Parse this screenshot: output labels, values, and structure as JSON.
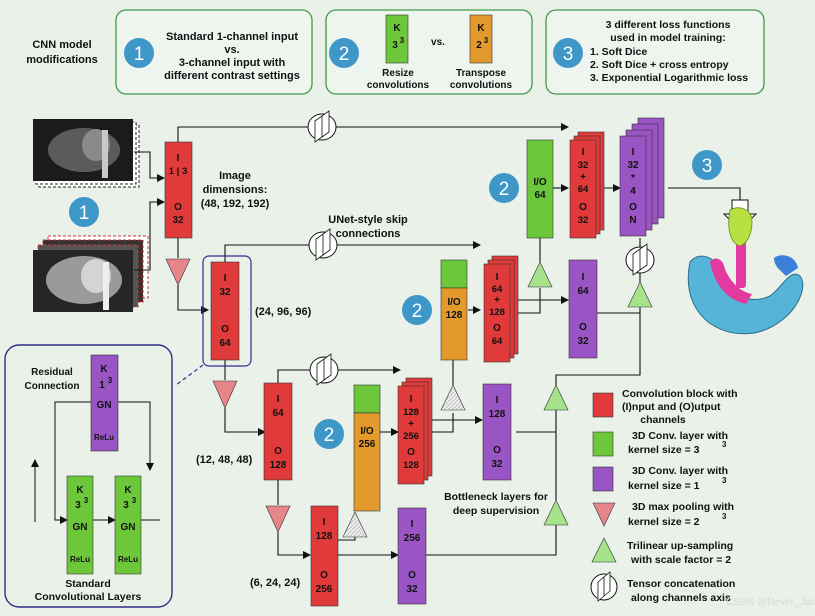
{
  "modifications": {
    "title_line1": "CNN model",
    "title_line2": "modifications",
    "box1": {
      "badge": "1",
      "line1": "Standard 1-channel input",
      "line2": "vs.",
      "line3": "3-channel input with",
      "line4": "different contrast settings"
    },
    "box2": {
      "badge": "2",
      "vs": "vs.",
      "resize": {
        "k": "K",
        "size": "3",
        "exp": "3",
        "line1": "Resize",
        "line2": "convolutions"
      },
      "transpose": {
        "k": "K",
        "size": "2",
        "exp": "3",
        "line1": "Transpose",
        "line2": "convolutions"
      }
    },
    "box3": {
      "badge": "3",
      "line1": "3 different loss functions",
      "line2": "used in model training:",
      "item1": "1. Soft Dice",
      "item2": "2. Soft Dice + cross entropy",
      "item3": "3. Exponential Logarithmic loss"
    }
  },
  "badges": {
    "input_badge": "1",
    "loss_badge": "3",
    "conv_badge": "2"
  },
  "labels": {
    "img_dims_1": "Image",
    "img_dims_2": "dimensions:",
    "img_dims_3": "(48, 192, 192)",
    "dim2": "(24, 96, 96)",
    "dim3": "(12, 48, 48)",
    "dim4": "(6, 24, 24)",
    "skip_1": "UNet-style skip",
    "skip_2": "connections",
    "bottleneck_1": "Bottleneck layers for",
    "bottleneck_2": "deep supervision",
    "residual_1": "Residual",
    "residual_2": "Connection",
    "standard_1": "Standard",
    "standard_2": "Convolutional Layers",
    "watermark": "CSDN @Never_Jiao"
  },
  "blocks": {
    "enc1": {
      "i": "I",
      "i_val": "1 | 3",
      "o": "O",
      "o_val": "32"
    },
    "enc2": {
      "i": "I",
      "i_val": "32",
      "o": "O",
      "o_val": "64"
    },
    "enc3": {
      "i": "I",
      "i_val": "64",
      "o": "O",
      "o_val": "128"
    },
    "enc4": {
      "i": "I",
      "i_val": "128",
      "o": "O",
      "o_val": "256"
    },
    "bott": {
      "i": "I",
      "i_val": "256",
      "o": "O",
      "o_val": "32"
    },
    "dec3": {
      "i": "I",
      "i_val1": "128",
      "plus": "+",
      "i_val2": "256",
      "o": "O",
      "o_val": "128"
    },
    "dec2": {
      "i": "I",
      "i_val1": "64",
      "plus": "+",
      "i_val2": "128",
      "o": "O",
      "o_val": "64"
    },
    "dec1": {
      "i": "I",
      "i_val1": "32",
      "plus": "+",
      "i_val2": "64",
      "o": "O",
      "o_val": "32"
    },
    "sup3": {
      "i": "I",
      "i_val": "128",
      "o": "O",
      "o_val": "32"
    },
    "sup2": {
      "i": "I",
      "i_val": "64",
      "o": "O",
      "o_val": "32"
    },
    "final": {
      "i": "I",
      "i_val": "32",
      "times": "*",
      "i_val2": "4",
      "o": "O",
      "o_val": "N"
    },
    "io1": {
      "label": "I/O",
      "val": "64"
    },
    "io2": {
      "label": "I/O",
      "val": "128"
    },
    "io3": {
      "label": "I/O",
      "val": "256"
    }
  },
  "residual_blocks": {
    "top": {
      "k": "K",
      "size": "1",
      "exp": "3",
      "gn": "GN",
      "act": "ReLu"
    },
    "left": {
      "k": "K",
      "size": "3",
      "exp": "3",
      "gn": "GN",
      "act": "ReLu"
    },
    "right": {
      "k": "K",
      "size": "3",
      "exp": "3",
      "gn": "GN",
      "act": "ReLu"
    }
  },
  "legend": {
    "conv_block_1": "Convolution block with",
    "conv_block_2": "(I)nput and (O)utput",
    "conv_block_3": "channels",
    "conv3_1": "3D Conv. layer with",
    "conv3_2": "kernel size = 3",
    "conv3_exp": "3",
    "conv1_1": "3D Conv. layer with",
    "conv1_2": "kernel size = 1",
    "conv1_exp": "3",
    "pool_1": "3D max pooling with",
    "pool_2": "kernel size = 2",
    "pool_exp": "3",
    "up_1": "Trilinear up-sampling",
    "up_2": "with scale factor = 2",
    "cat_1": "Tensor concatenation",
    "cat_2": "along channels axis"
  },
  "colors": {
    "background": "#e9f1e9",
    "conv_red": "#e03a3a",
    "conv3_green": "#6cc83a",
    "conv1_purple": "#9a55c4",
    "io_orange": "#e39a2c",
    "pool_pink": "#e6858a",
    "upsample_green": "#a6e28c",
    "badge_blue": "#3f97c7",
    "box_border": "#3f9a46",
    "residual_border": "#2e2e8a"
  }
}
